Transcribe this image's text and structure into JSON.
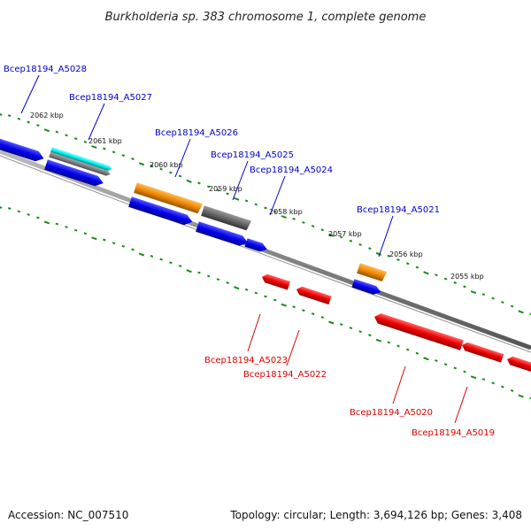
{
  "title": "Burkholderia sp. 383 chromosome 1, complete genome",
  "footer": {
    "accession": "Accession: NC_007510",
    "summary": "Topology: circular; Length: 3,694,126 bp; Genes: 3,408"
  },
  "colors": {
    "forward_label": "#0000cc",
    "reverse_label": "#dd0000",
    "backbone": "#888888",
    "tick_dots": "#1a8a1a",
    "blue_gene": "#0000ee",
    "red_gene": "#ee0000",
    "orange_gene": "#ee8800",
    "gray_gene": "#666666",
    "cyan_gene": "#00eeee"
  },
  "kbp_labels": [
    "2062 kbp",
    "2061 kbp",
    "2060 kbp",
    "2059 kbp",
    "2058 kbp",
    "2057 kbp",
    "2056 kbp",
    "2055 kbp"
  ],
  "forward_genes": [
    "Bcep18194_A5028",
    "Bcep18194_A5027",
    "Bcep18194_A5026",
    "Bcep18194_A5025",
    "Bcep18194_A5024",
    "Bcep18194_A5021"
  ],
  "reverse_genes": [
    "Bcep18194_A5023",
    "Bcep18194_A5022",
    "Bcep18194_A5020",
    "Bcep18194_A5019"
  ]
}
